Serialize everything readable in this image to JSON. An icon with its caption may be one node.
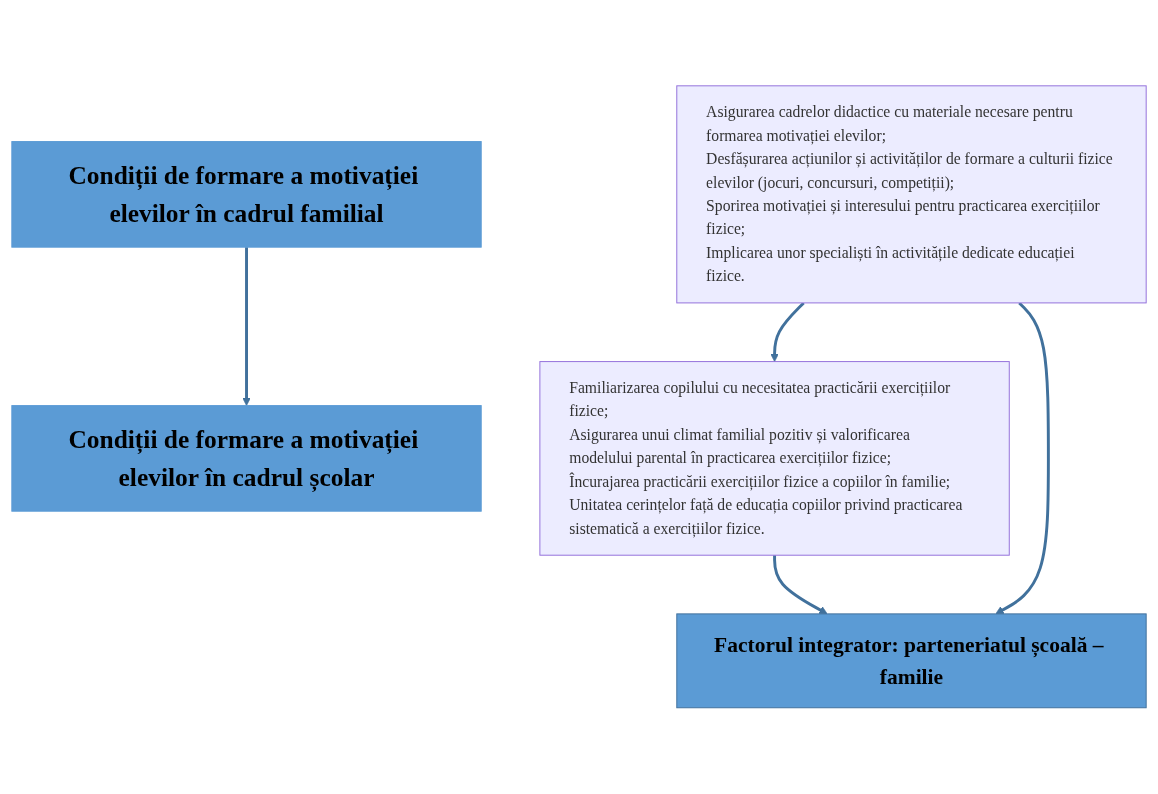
{
  "diagram": {
    "nodes": [
      {
        "text": [
          "Condiții de formare a motivației elevilor în cadrul familial"
        ]
      },
      {
        "text": [
          "Familiarizarea copilului cu necesitatea practicării exercițiilor fizice;",
          "Asigurarea unui climat familial pozitiv și valorificarea modelului parental în practicarea exercițiilor fizice;",
          "Încurajarea practicării exercițiilor fizice a copiilor în familie;",
          "Unitatea cerințelor față de educația copiilor privind practicarea sistematică a exercițiilor fizice."
        ]
      },
      {
        "text": [
          "Condiții de formare a motivației elevilor în cadrul școlar"
        ]
      },
      {
        "text": [
          "Asigurarea cadrelor didactice cu materiale necesare pentru formarea motivației elevilor;",
          "Desfășurarea acțiunilor și activităților de formare a culturii fizice elevilor (jocuri, concursuri, competiții);",
          "Sporirea motivației și interesului pentru practicarea exercițiilor fizice;",
          "Implicarea unor specialiști în activitățile dedicate educației fizice."
        ]
      },
      {
        "text": [
          "Factorul integrator: parteneriatul școală – familie"
        ]
      }
    ],
    "edges": [
      {
        "from": 0,
        "to": 2,
        "arrow": "to"
      },
      {
        "from": 3,
        "to": 1,
        "arrow": "to"
      },
      {
        "from": 1,
        "to": 4,
        "arrow": "to"
      },
      {
        "from": 3,
        "to": 4,
        "arrow": "to"
      }
    ]
  }
}
